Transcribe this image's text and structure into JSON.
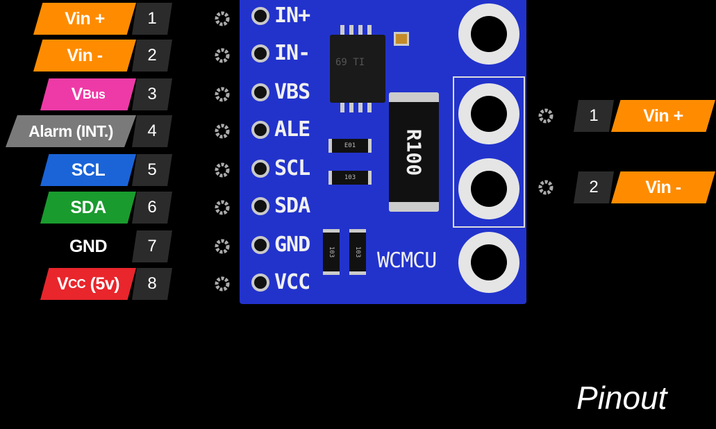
{
  "left_pins": [
    {
      "num": "1",
      "label": "Vin +",
      "color": "#ff8c00"
    },
    {
      "num": "2",
      "label": "Vin -",
      "color": "#ff8c00"
    },
    {
      "num": "3",
      "label": "V",
      "sub": "Bus",
      "color": "#ee3aa6"
    },
    {
      "num": "4",
      "label": "Alarm (INT.)",
      "color": "#7a7a7a"
    },
    {
      "num": "5",
      "label": "SCL",
      "color": "#1a64d8"
    },
    {
      "num": "6",
      "label": "SDA",
      "color": "#1a9b2e"
    },
    {
      "num": "7",
      "label": "GND",
      "color": "#000000"
    },
    {
      "num": "8",
      "label": "V",
      "sub": "CC",
      "suffix": " (5v)",
      "color": "#e8262c"
    }
  ],
  "right_pins": [
    {
      "num": "1",
      "label": "Vin +",
      "color": "#ff8c00"
    },
    {
      "num": "2",
      "label": "Vin -",
      "color": "#ff8c00"
    }
  ],
  "board": {
    "pin_labels": [
      "IN+",
      "IN-",
      "VBS",
      "ALE",
      "SCL",
      "SDA",
      "GND",
      "VCC"
    ],
    "resistor_label": "R100",
    "brand": "WCMCU",
    "chip_text": "69 TI",
    "smd_labels": [
      "E01",
      "103",
      "103",
      "103"
    ],
    "color": "#2233cc"
  },
  "caption": "Pinout"
}
